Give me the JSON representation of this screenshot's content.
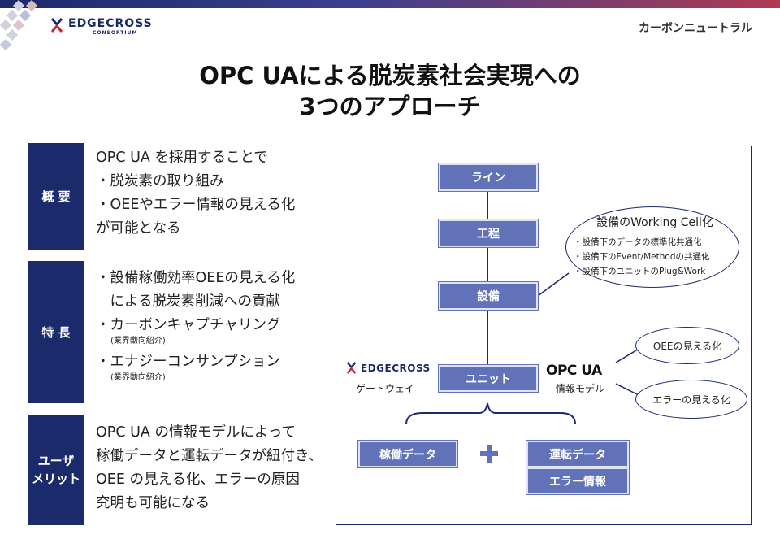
{
  "header": {
    "logo_main": "EDGECROSS",
    "logo_sub": "CONSORTIUM",
    "category": "カーボンニュートラル",
    "title_line1": "OPC UAによる脱炭素社会実現への",
    "title_line2": "3つのアプローチ"
  },
  "rows": [
    {
      "label": "概 要",
      "lines": [
        "OPC UA を採用することで",
        "・脱炭素の取り組み",
        "・OEEやエラー情報の見える化",
        "が可能となる"
      ]
    },
    {
      "label": "特 長",
      "lines": [
        "・設備稼働効率OEEの見える化",
        "　による脱炭素削減への貢献",
        "・カーボンキャプチャリング",
        "(業界動向紹介)",
        "・エナジーコンサンプション",
        "(業界動向紹介)"
      ]
    },
    {
      "label_line1": "ユーザ",
      "label_line2": "メリット",
      "lines": [
        "OPC UA の情報モデルによって",
        "稼働データと運転データが紐付き、",
        "OEE の見える化、エラーの原因",
        "究明も可能になる"
      ]
    }
  ],
  "diagram": {
    "hierarchy": [
      "ライン",
      "工程",
      "設備",
      "ユニット"
    ],
    "bubble_title": "設備のWorking Cell化",
    "bubble_items": [
      "・設備下のデータの標準化共通化",
      "・設備下のEvent/Methodの共通化",
      "・設備下のユニットのPlug&Work"
    ],
    "edgecross_logo": "EDGECROSS",
    "gateway_label": "ゲートウェイ",
    "opcua_logo": "OPC UA",
    "info_model_label": "情報モデル",
    "ellipse_oee": "OEEの見える化",
    "ellipse_error": "エラーの見える化",
    "operation_data": "稼働データ",
    "run_data": "運転データ",
    "error_info": "エラー情報"
  },
  "colors": {
    "navy": "#1b2a6b",
    "box": "#6272b8",
    "accent": "#b03a52"
  }
}
